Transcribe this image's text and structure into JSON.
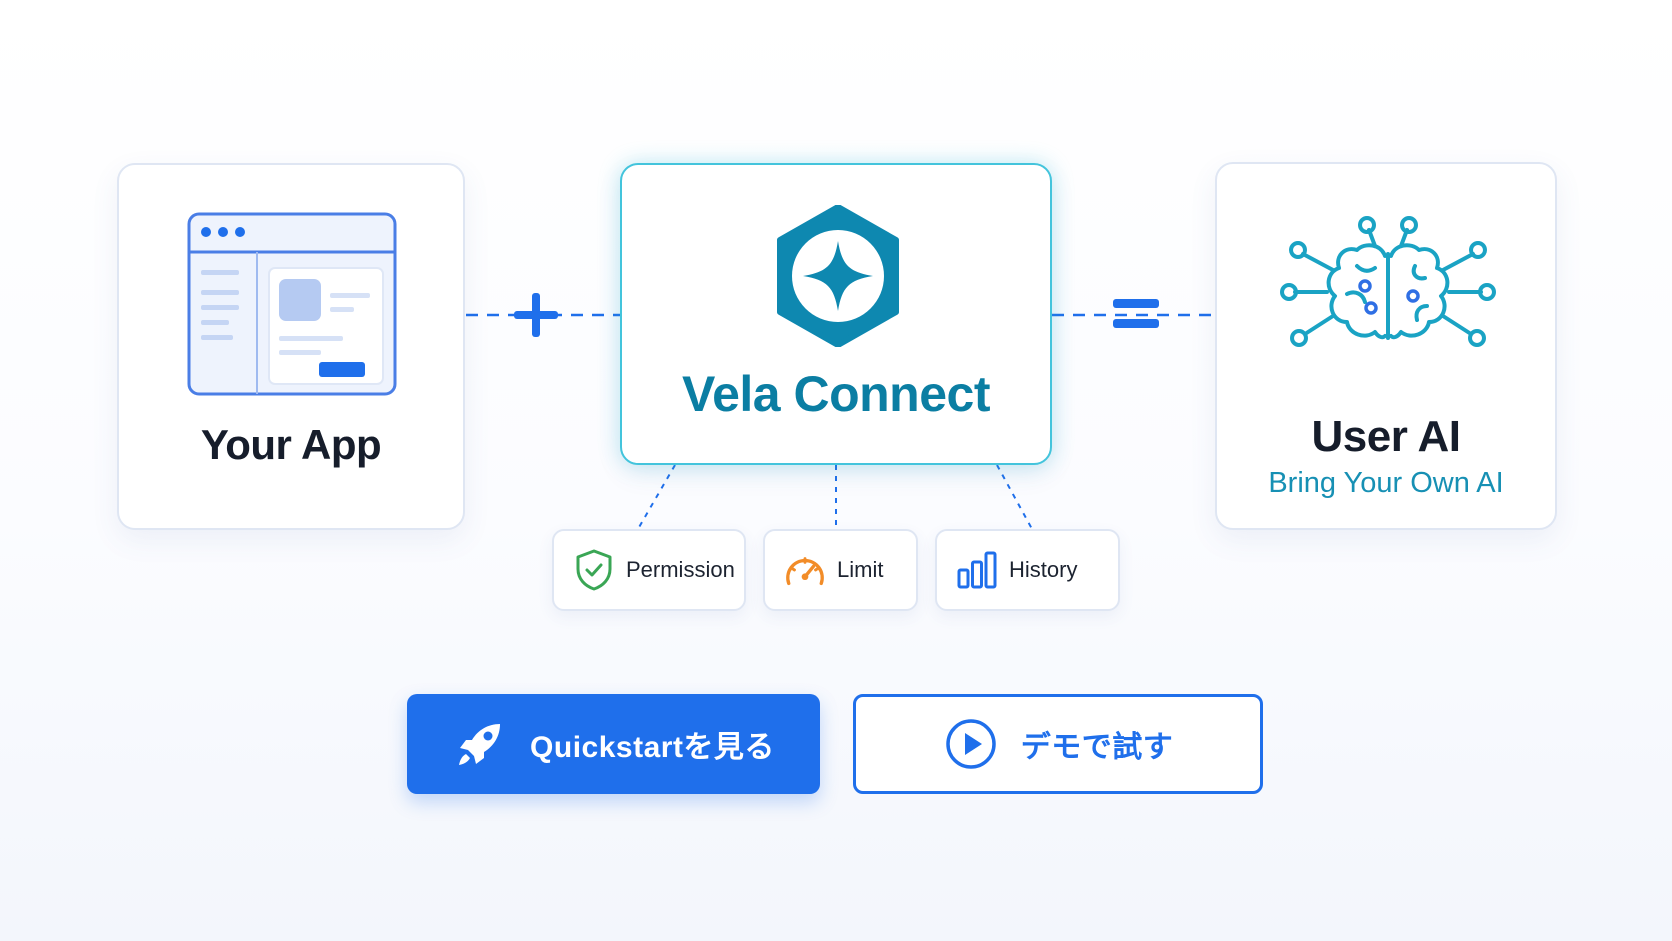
{
  "blocks": {
    "app": {
      "title": "Your App"
    },
    "vela": {
      "title": "Vela Connect"
    },
    "ai": {
      "title": "User AI",
      "subtitle": "Bring Your Own AI"
    }
  },
  "features": [
    {
      "label": "Permission",
      "icon": "shield-check-icon",
      "color": "#3aa655"
    },
    {
      "label": "Limit",
      "icon": "speedometer-icon",
      "color": "#f28c28"
    },
    {
      "label": "History",
      "icon": "bar-chart-icon",
      "color": "#1f6feb"
    }
  ],
  "actions": {
    "quickstart": {
      "label": "Quickstartを見る",
      "icon": "rocket-icon"
    },
    "demo": {
      "label": "デモで試す",
      "icon": "play-icon"
    }
  },
  "operators": {
    "plus": "plus-icon",
    "equals": "equals-icon"
  },
  "colors": {
    "primary": "#1f6feb",
    "teal": "#0b7ea3",
    "teal_light": "#1aa3c4",
    "text": "#161d2b"
  }
}
